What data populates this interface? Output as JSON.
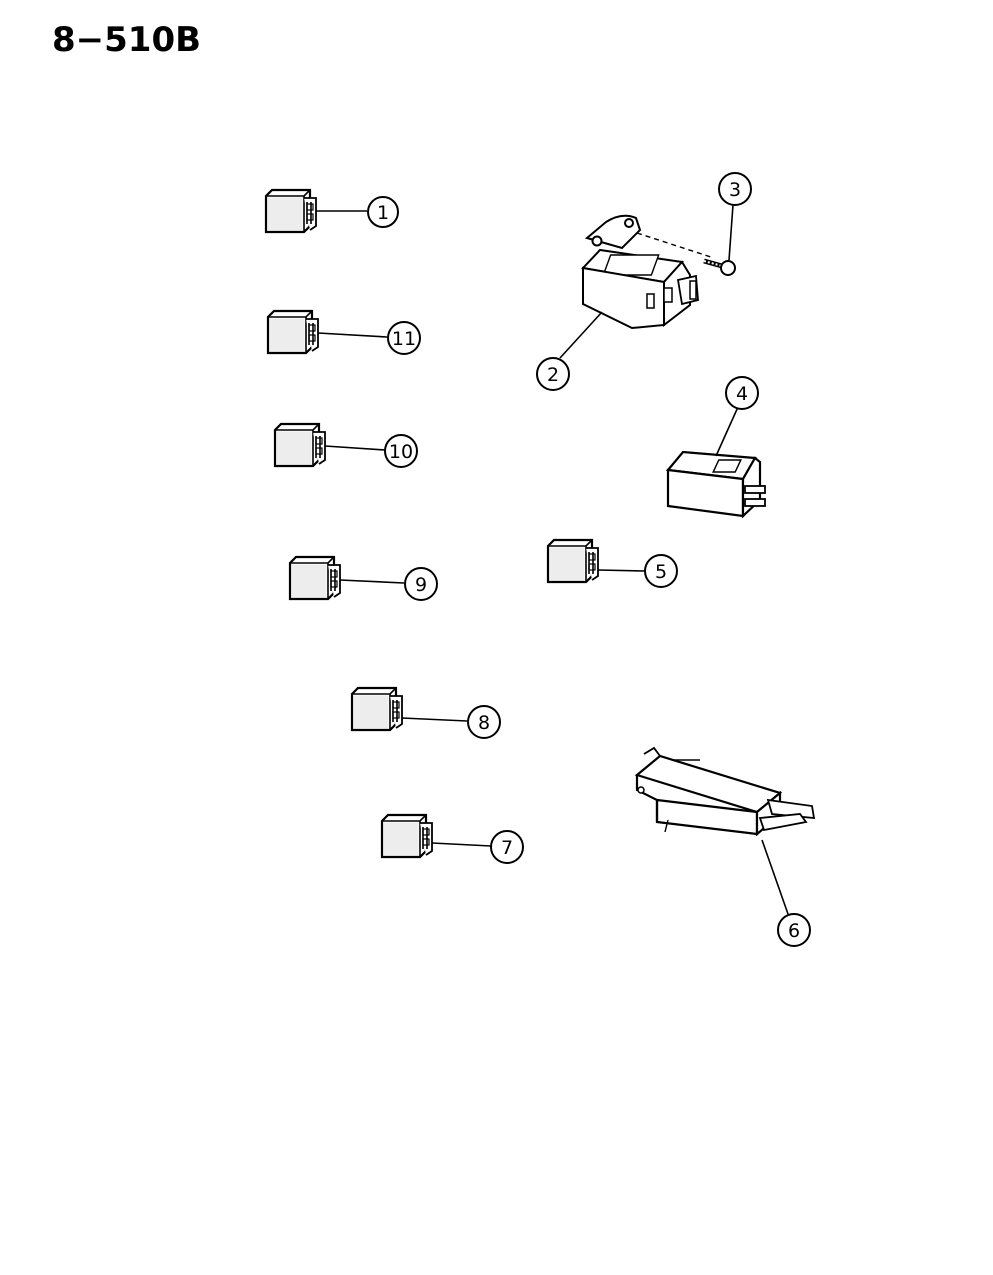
{
  "page": {
    "title": "8−510B"
  },
  "callouts": [
    {
      "id": "1",
      "label": "1",
      "part": "relay"
    },
    {
      "id": "2",
      "label": "2",
      "part": "bracket-relay"
    },
    {
      "id": "3",
      "label": "3",
      "part": "screw"
    },
    {
      "id": "4",
      "label": "4",
      "part": "flasher"
    },
    {
      "id": "5",
      "label": "5",
      "part": "relay"
    },
    {
      "id": "6",
      "label": "6",
      "part": "control-module"
    },
    {
      "id": "7",
      "label": "7",
      "part": "relay"
    },
    {
      "id": "8",
      "label": "8",
      "part": "relay"
    },
    {
      "id": "9",
      "label": "9",
      "part": "relay"
    },
    {
      "id": "10",
      "label": "10",
      "part": "relay"
    },
    {
      "id": "11",
      "label": "11",
      "part": "relay"
    }
  ],
  "colors": {
    "ink": "#000000",
    "paper": "#ffffff"
  }
}
